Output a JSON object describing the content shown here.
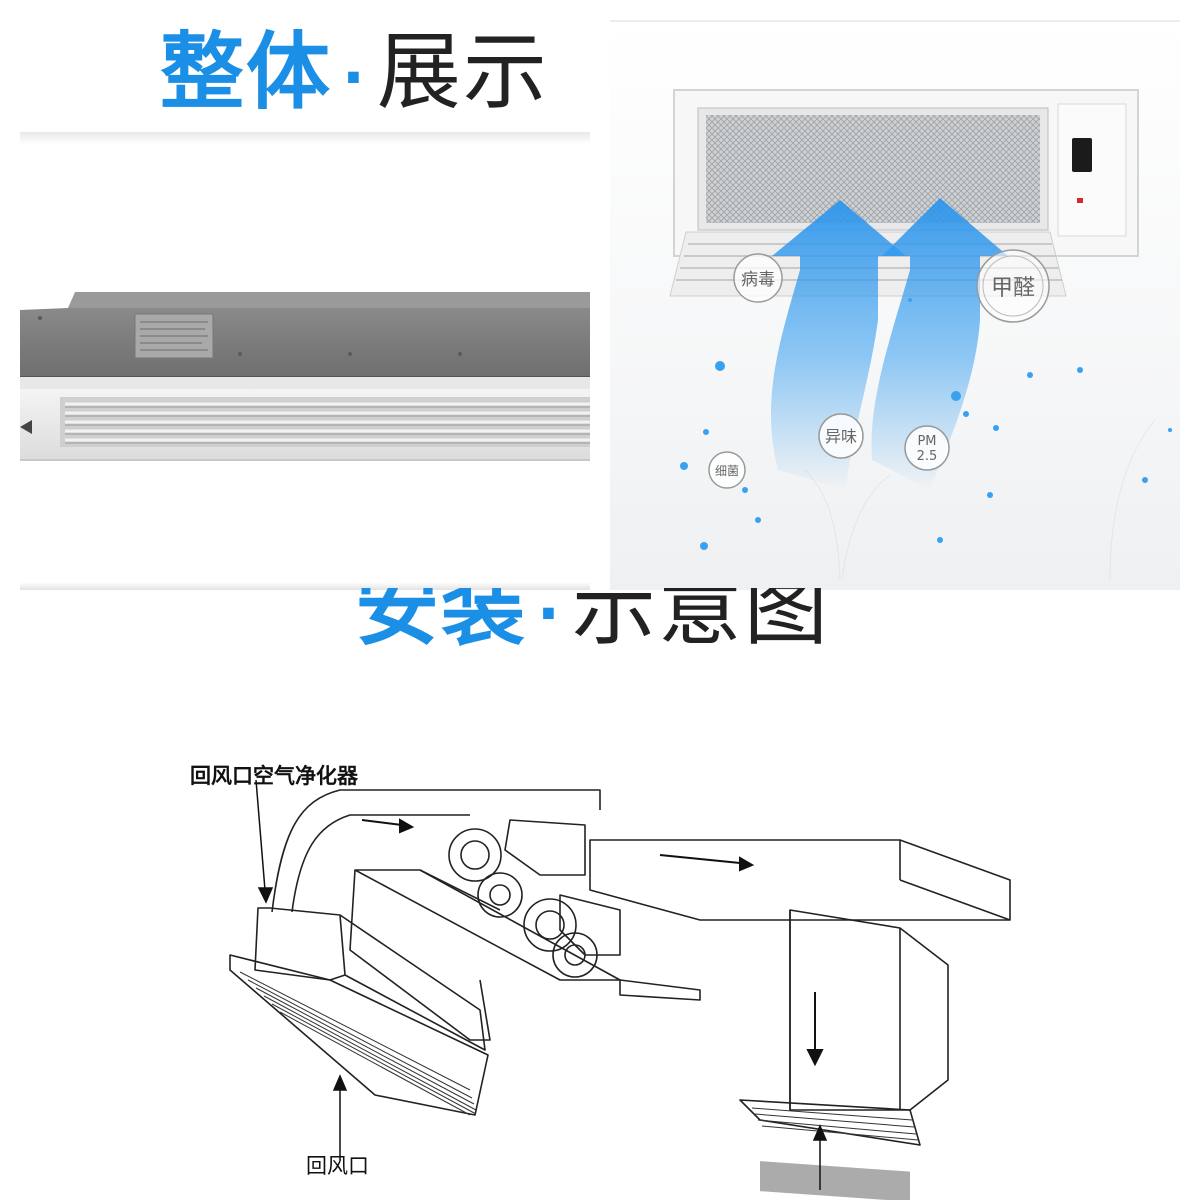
{
  "section_top": {
    "title_highlight": "整体",
    "title_rest": "展示"
  },
  "section_bottom": {
    "title_highlight": "安装",
    "title_rest": "示意图"
  },
  "pollutant_badges": {
    "virus": "病毒",
    "formaldehyde": "甲醛",
    "odor": "异味",
    "pm_line1": "PM",
    "pm_line2": "2.5",
    "bacteria": "细菌"
  },
  "diagram": {
    "purifier_label": "回风口空气净化器",
    "return_air_label": "回风口"
  },
  "colors": {
    "accent": "#1b8fe6",
    "airflow": "#3aa0f0"
  }
}
